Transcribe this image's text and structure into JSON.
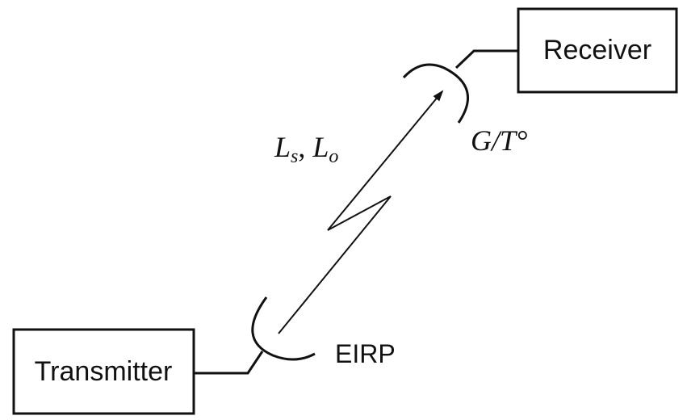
{
  "transmitter": {
    "label": "Transmitter",
    "antenna_label": "EIRP"
  },
  "receiver": {
    "label": "Receiver",
    "antenna_label": "G/T°"
  },
  "link": {
    "label_part1_main": "L",
    "label_part1_sub": "s",
    "label_separator": ", ",
    "label_part2_main": "L",
    "label_part2_sub": "o"
  }
}
